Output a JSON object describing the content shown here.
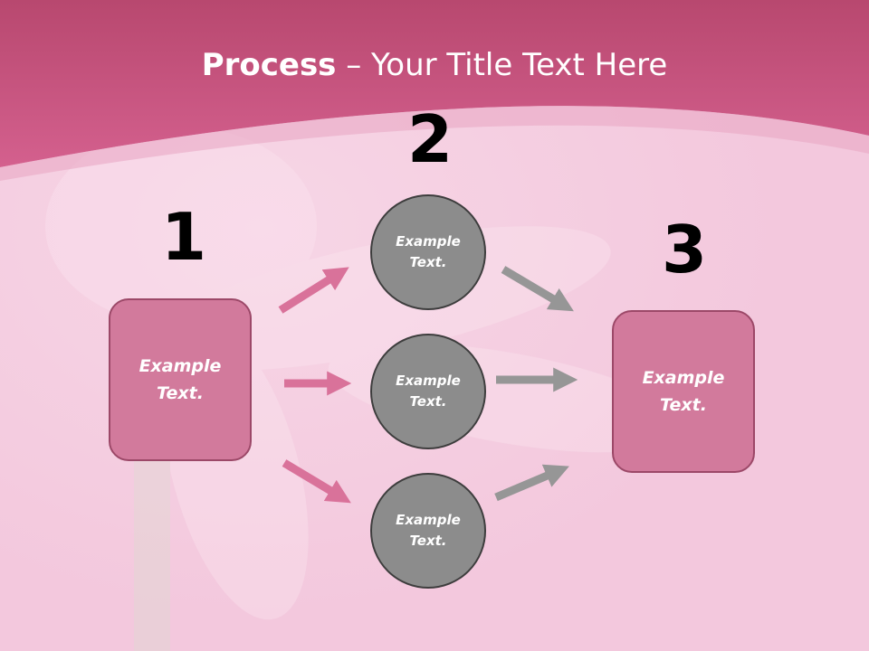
{
  "slide": {
    "title_bold": "Process",
    "title_rest": " – Your Title Text Here"
  },
  "steps": [
    {
      "number": "1",
      "label_line1": "Example",
      "label_line2": "Text."
    },
    {
      "number": "2"
    },
    {
      "number": "3",
      "label_line1": "Example",
      "label_line2": "Text."
    }
  ],
  "circles": [
    {
      "label_line1": "Example",
      "label_line2": "Text."
    },
    {
      "label_line1": "Example",
      "label_line2": "Text."
    },
    {
      "label_line1": "Example",
      "label_line2": "Text."
    }
  ],
  "colors": {
    "header": "#c9547f",
    "box_fill": "#d27a9c",
    "circle_fill": "#8c8c8c",
    "arrow_pink": "#d9729a",
    "arrow_gray": "#969696"
  }
}
